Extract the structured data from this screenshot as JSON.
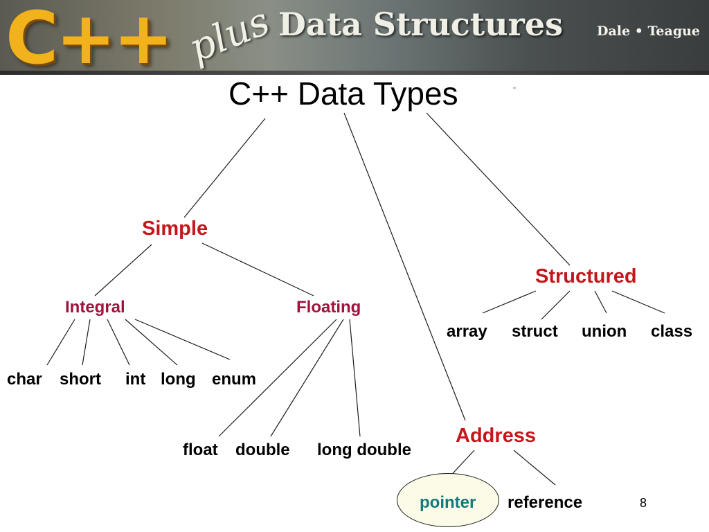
{
  "banner": {
    "logo": "C++",
    "plus": "plus",
    "title": "Data Structures",
    "authors": "Dale • Teague"
  },
  "title": "C++  Data Types",
  "categories": {
    "simple": "Simple",
    "structured": "Structured",
    "address": "Address"
  },
  "subcategories": {
    "integral": "Integral",
    "floating": "Floating"
  },
  "integral_types": [
    "char",
    "short",
    "int",
    "long",
    "enum"
  ],
  "floating_types": [
    "float",
    "double",
    "long double"
  ],
  "structured_types": [
    "array",
    "struct",
    "union",
    "class"
  ],
  "address_types": [
    "pointer",
    "reference"
  ],
  "page_number": "8",
  "colors": {
    "category": "#c4161c",
    "subcategory": "#a0123a",
    "highlight_text": "#127a7a",
    "highlight_fill": "#fbfbe8",
    "logo": "#f2b21c"
  }
}
